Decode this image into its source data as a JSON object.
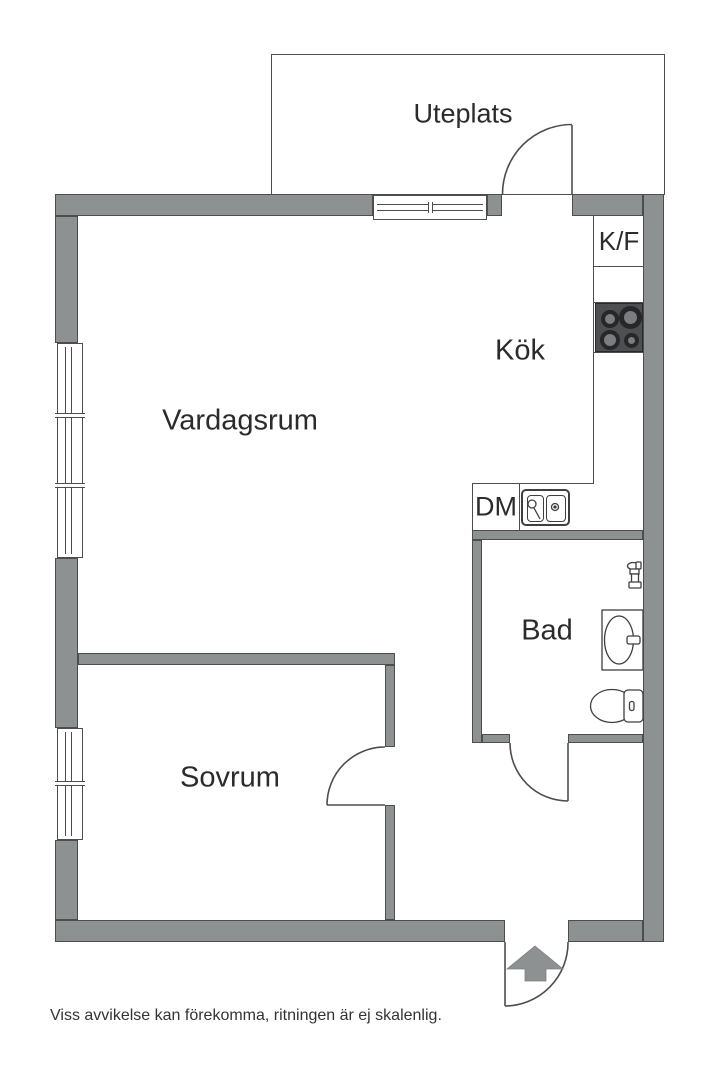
{
  "plan": {
    "rooms": [
      {
        "id": "uteplats",
        "label": "Uteplats"
      },
      {
        "id": "vardagsrum",
        "label": "Vardagsrum"
      },
      {
        "id": "kok",
        "label": "Kök"
      },
      {
        "id": "bad",
        "label": "Bad"
      },
      {
        "id": "sovrum",
        "label": "Sovrum"
      }
    ],
    "appliances": [
      {
        "id": "fridge-freezer",
        "label": "K/F"
      },
      {
        "id": "dishwasher",
        "label": "DM"
      }
    ],
    "disclaimer": "Viss avvikelse kan förekomma, ritningen är ej skalenlig."
  },
  "colors": {
    "wall": "#8e9192",
    "outline": "#4d4d4d",
    "line": "#3f3f3f",
    "stove": "#4e4f51",
    "burner-ring": "#27272a",
    "burner-center": "#7b7d80",
    "text": "#2b2b2b",
    "bg": "#ffffff"
  }
}
